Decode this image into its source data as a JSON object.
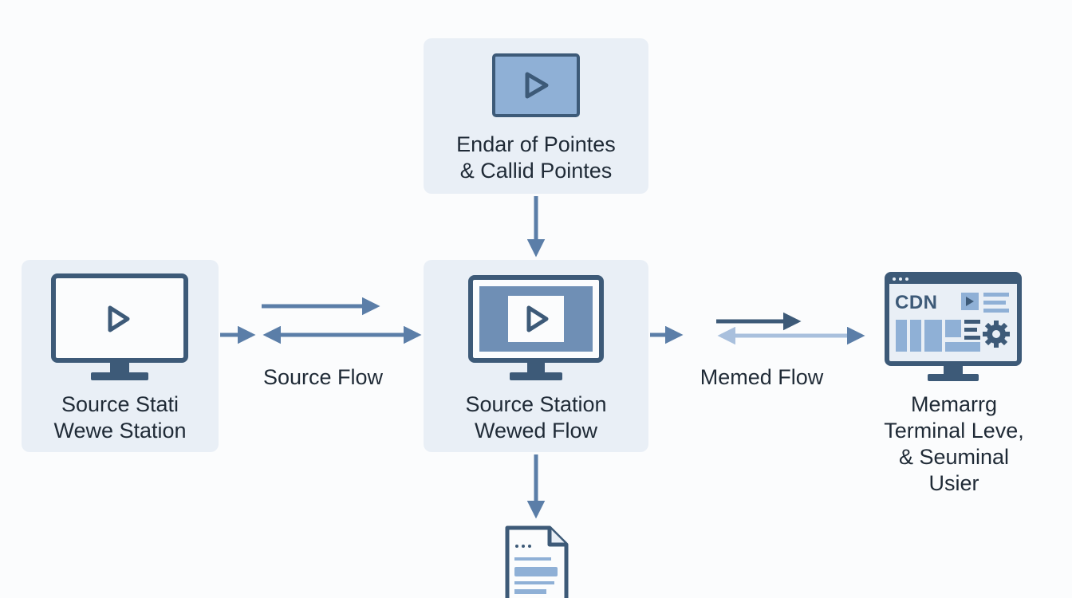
{
  "colors": {
    "card_bg": "#e9eff6",
    "icon_dark": "#3d5a78",
    "icon_fill": "#8fb0d6",
    "arrow": "#5b7ea8",
    "arrow_light": "#a9c0dd",
    "text": "#1f2a36"
  },
  "nodes": {
    "top": {
      "icon": "play-video-window-icon",
      "lines": [
        "Endar of Pointes",
        "& Callid Pointes"
      ]
    },
    "left": {
      "icon": "monitor-play-icon",
      "lines": [
        "Source Stati",
        "Wewe Station"
      ]
    },
    "center": {
      "icon": "monitor-video-icon",
      "lines": [
        "Source Station",
        "Wewed Flow"
      ]
    },
    "right": {
      "icon": "cdn-dashboard-icon",
      "badge": "CDN",
      "lines": [
        "Memarrg",
        "Terminal Leve,",
        "& Seuminal",
        "Usier"
      ]
    },
    "bottom": {
      "icon": "document-icon"
    }
  },
  "edges": {
    "left_center": {
      "label": "Source Flow"
    },
    "center_right": {
      "label": "Memed Flow"
    }
  }
}
